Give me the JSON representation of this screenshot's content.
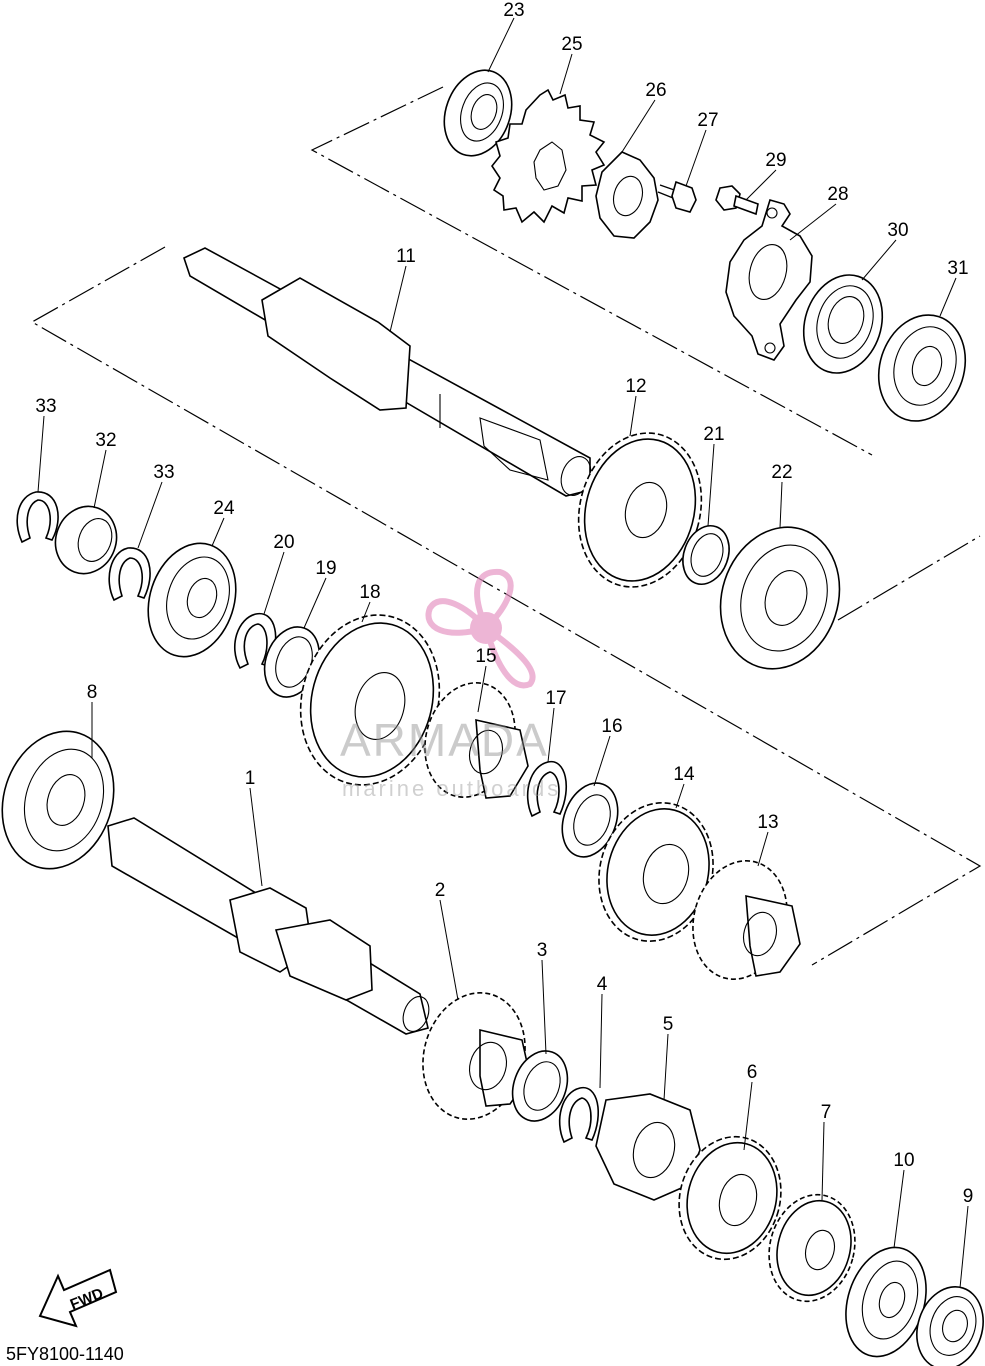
{
  "diagram": {
    "code": "5FY8100-1140",
    "fwd_label": "FWD",
    "watermark": {
      "brand": "ARMADA",
      "tagline": "marine outboards",
      "color": "#e48fc0"
    },
    "labels": [
      "23",
      "25",
      "26",
      "27",
      "29",
      "28",
      "30",
      "31",
      "11",
      "12",
      "21",
      "22",
      "33",
      "32",
      "33",
      "24",
      "20",
      "19",
      "18",
      "15",
      "17",
      "16",
      "14",
      "13",
      "8",
      "1",
      "2",
      "3",
      "4",
      "5",
      "6",
      "7",
      "10",
      "9"
    ]
  }
}
